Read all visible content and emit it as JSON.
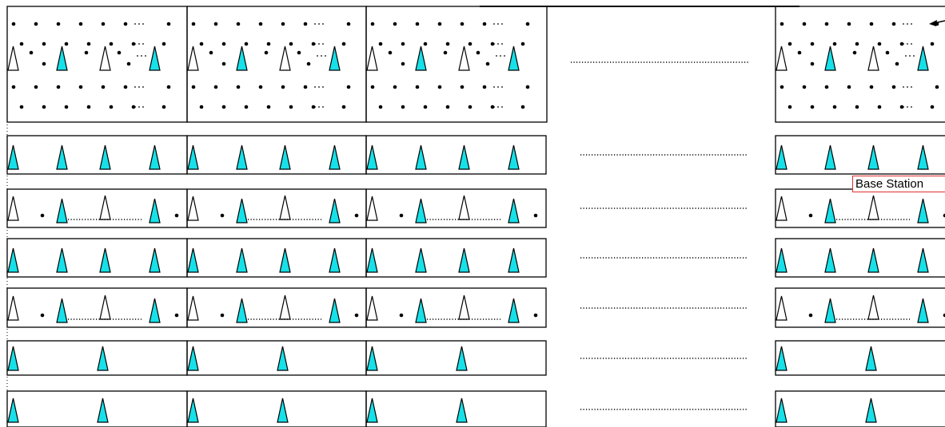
{
  "labels": {
    "base_station": "Base Station"
  },
  "legend": {
    "icons": [
      "cyan-triangle-icon",
      "white-triangle-icon",
      "dot-icon"
    ]
  },
  "colors": {
    "active_station": "#17e0e8",
    "inactive_station": "#ffffff",
    "outline": "#000000",
    "label_border": "#e03030"
  },
  "layout_semantics": {
    "row_types": [
      "dense",
      "cyan4",
      "mixed",
      "cyan4",
      "mixed",
      "cyan2",
      "cyan2"
    ],
    "visible_cells_per_row": 4,
    "gap_ellipsis": true
  }
}
